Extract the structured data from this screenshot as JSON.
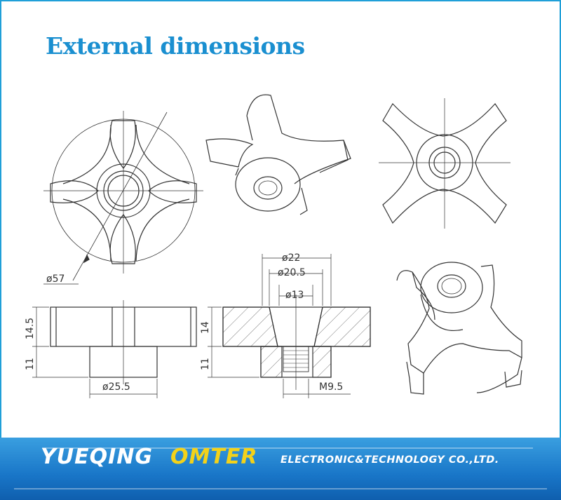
{
  "title": "External dimensions",
  "dimensions": {
    "outer_diameter": "ø57",
    "height_total": "14.5",
    "height_hub": "11",
    "hub_diameter": "ø25.5",
    "section_d1": "ø22",
    "section_d2": "ø20.5",
    "section_d3": "ø13",
    "section_height": "14",
    "section_hub_height": "11",
    "thread": "M9.5"
  },
  "footer": {
    "brand_part1": "YUEQING",
    "brand_part2": "OMTER",
    "brand_part3": "ELECTRONIC&TECHNOLOGY CO.,LTD.",
    "colors": {
      "banner": "#1976c8",
      "omter": "#f3d21a",
      "title": "#1a8fd0"
    }
  }
}
